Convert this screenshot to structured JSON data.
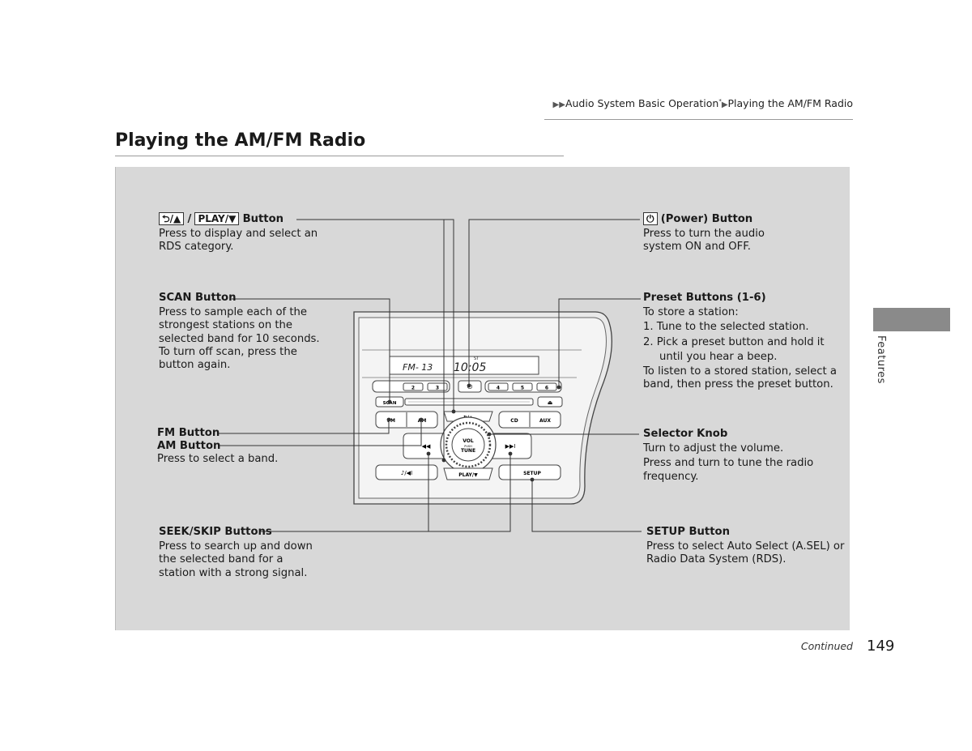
{
  "breadcrumb": {
    "part1": "Audio System Basic Operation",
    "asterisk": "*",
    "part2": "Playing the AM/FM Radio"
  },
  "page_title": "Playing the AM/FM Radio",
  "callouts": {
    "back_play": {
      "key1": "⮌/▲",
      "sep": "/",
      "key2": "PLAY/▼",
      "title": "Button",
      "desc1": "Press to display and select an",
      "desc2": "RDS category."
    },
    "power": {
      "key": "⏻",
      "title": "(Power) Button",
      "desc1": "Press to turn the audio",
      "desc2": "system ON and OFF."
    },
    "scan": {
      "title": "SCAN Button",
      "desc1": "Press to sample each of the",
      "desc2": "strongest stations on the",
      "desc3": "selected band for 10 seconds.",
      "desc4": "To turn off scan, press the",
      "desc5": "button again."
    },
    "preset": {
      "title": "Preset Buttons (1-6)",
      "desc1": "To store a station:",
      "step1": "1.  Tune to the selected station.",
      "step2a": "2.  Pick a preset button and hold it",
      "step2b": "until you hear a beep.",
      "desc2": "To listen to a stored station, select a",
      "desc3": "band, then press the preset button."
    },
    "fm_am": {
      "title1": "FM Button",
      "title2": "AM Button",
      "desc": "Press to select a band."
    },
    "selector": {
      "title": "Selector Knob",
      "desc1": "Turn to adjust the volume.",
      "desc2": "Press and turn to tune the radio",
      "desc3": "frequency."
    },
    "seek": {
      "title": "SEEK/SKIP Buttons",
      "desc1": "Press to search up and down",
      "desc2": "the selected band for a",
      "desc3": "station with a strong signal."
    },
    "setup": {
      "title": "SETUP Button",
      "desc1": "Press to select Auto Select (A.SEL) or",
      "desc2": "Radio Data System (RDS)."
    }
  },
  "radio": {
    "display_band": "FM- 13",
    "display_freq": "10:05",
    "display_st": "ST",
    "presets": [
      "2",
      "3",
      "4",
      "5",
      "6"
    ],
    "scan_label": "SCAN",
    "fm_label": "FM",
    "am_label": "AM",
    "cd_label": "CD",
    "aux_label": "AUX",
    "back_label": "⮌/▲",
    "play_label": "PLAY/▼",
    "setup_label": "SETUP",
    "knob_vol": "VOL",
    "knob_push": "PUSH",
    "knob_tune": "TUNE",
    "eject_label": "⏏",
    "power_label": "⏻",
    "seek_back_label": "◀◀",
    "seek_fwd_label": "▶▶I",
    "music_label": "♪/◀I"
  },
  "side_tab": "Features",
  "continued": "Continued",
  "page_number": "149"
}
